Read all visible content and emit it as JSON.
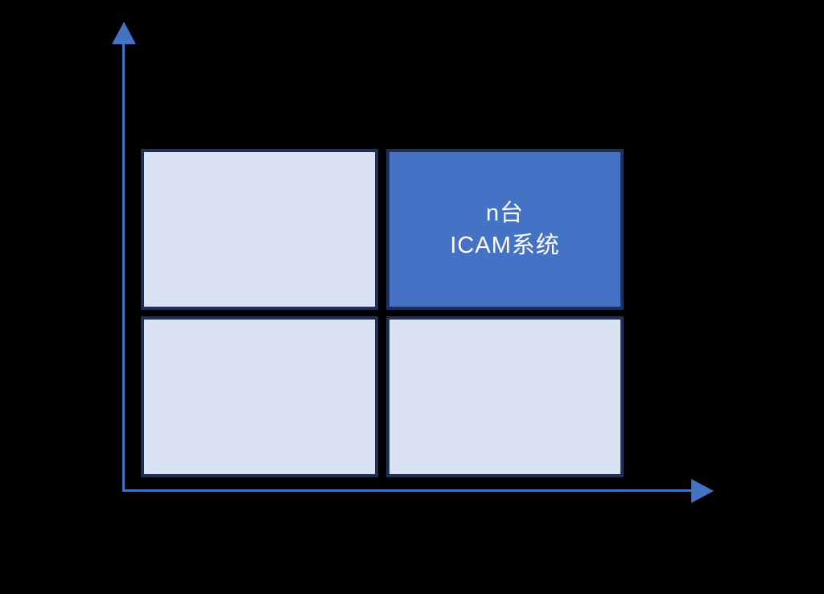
{
  "diagram": {
    "type": "quadrant-matrix",
    "background_color": "#000000",
    "colors": {
      "axis": "#4472c4",
      "box_border": "#1f3054",
      "box_fill_light": "#d9e2f3",
      "box_fill_highlight": "#4472c4",
      "highlight_text": "#ffffff"
    },
    "axes": {
      "y_axis": {
        "direction": "up",
        "label": ""
      },
      "x_axis": {
        "direction": "right",
        "label": ""
      }
    },
    "quadrants": {
      "top_left": {
        "label": ""
      },
      "top_right": {
        "highlighted": true,
        "line1": "n台",
        "line2": "ICAM系统"
      },
      "bottom_left": {
        "label": ""
      },
      "bottom_right": {
        "label": ""
      }
    }
  }
}
